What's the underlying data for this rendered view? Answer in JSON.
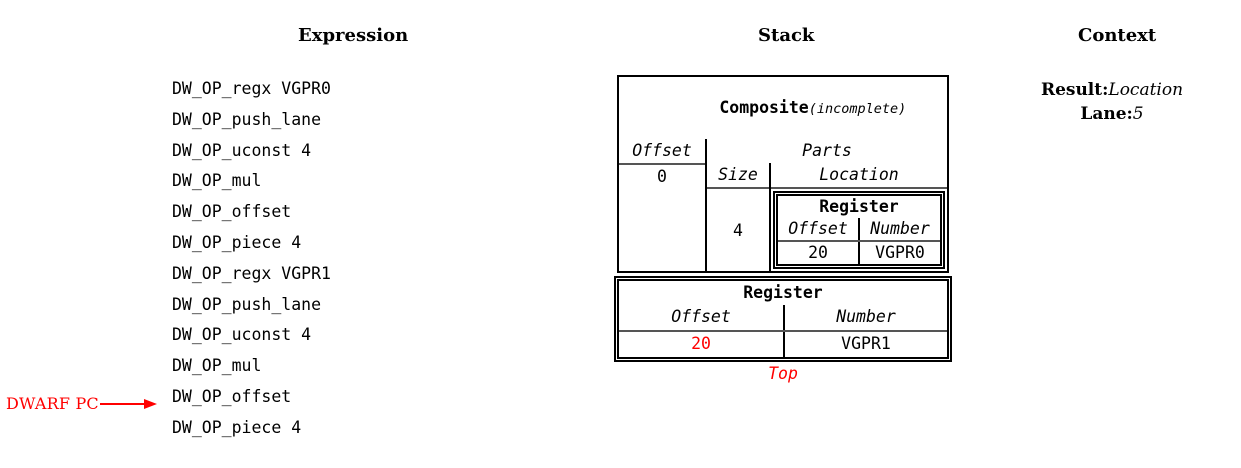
{
  "headings": {
    "expression": "Expression",
    "stack": "Stack",
    "context": "Context"
  },
  "expression": {
    "lines": [
      "DW_OP_regx VGPR0",
      "DW_OP_push_lane",
      "DW_OP_uconst 4",
      "DW_OP_mul",
      "DW_OP_offset",
      "DW_OP_piece 4",
      "DW_OP_regx VGPR1",
      "DW_OP_push_lane",
      "DW_OP_uconst 4",
      "DW_OP_mul",
      "DW_OP_offset",
      "DW_OP_piece 4"
    ],
    "pc_marker_label": "DWARF PC",
    "pc_marker_target_index": 11
  },
  "stack": {
    "composite": {
      "title": "Composite",
      "title_suffix": "(incomplete)",
      "offset_header": "Offset",
      "offset_value": "0",
      "parts_header": "Parts",
      "size_header": "Size",
      "size_value": "4",
      "location_header": "Location",
      "nested_register": {
        "title": "Register",
        "offset_header": "Offset",
        "number_header": "Number",
        "offset_value": "20",
        "number_value": "VGPR0"
      }
    },
    "register": {
      "title": "Register",
      "offset_header": "Offset",
      "number_header": "Number",
      "offset_value": "20",
      "number_value": "VGPR1"
    },
    "top_label": "Top"
  },
  "context": {
    "result_key": "Result:",
    "result_value": "Location",
    "lane_key": "Lane:",
    "lane_value": "5"
  },
  "colors": {
    "accent_red": "#ff0000",
    "text": "#000000",
    "rule": "#555555"
  }
}
